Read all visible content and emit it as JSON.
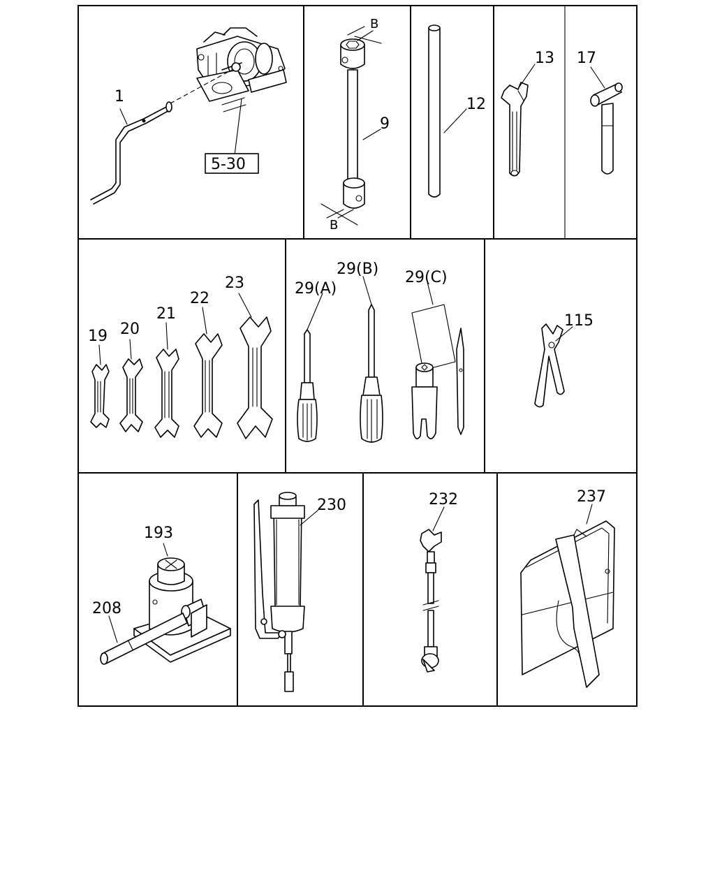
{
  "parts": {
    "p1": "1",
    "p5_30": "5-30",
    "p9": "9",
    "pB": "B",
    "p12": "12",
    "p13": "13",
    "p17": "17",
    "p19": "19",
    "p20": "20",
    "p21": "21",
    "p22": "22",
    "p23": "23",
    "p29a": "29(A)",
    "p29b": "29(B)",
    "p29c": "29(C)",
    "p115": "115",
    "p193": "193",
    "p208": "208",
    "p230": "230",
    "p232": "232",
    "p237": "237"
  }
}
